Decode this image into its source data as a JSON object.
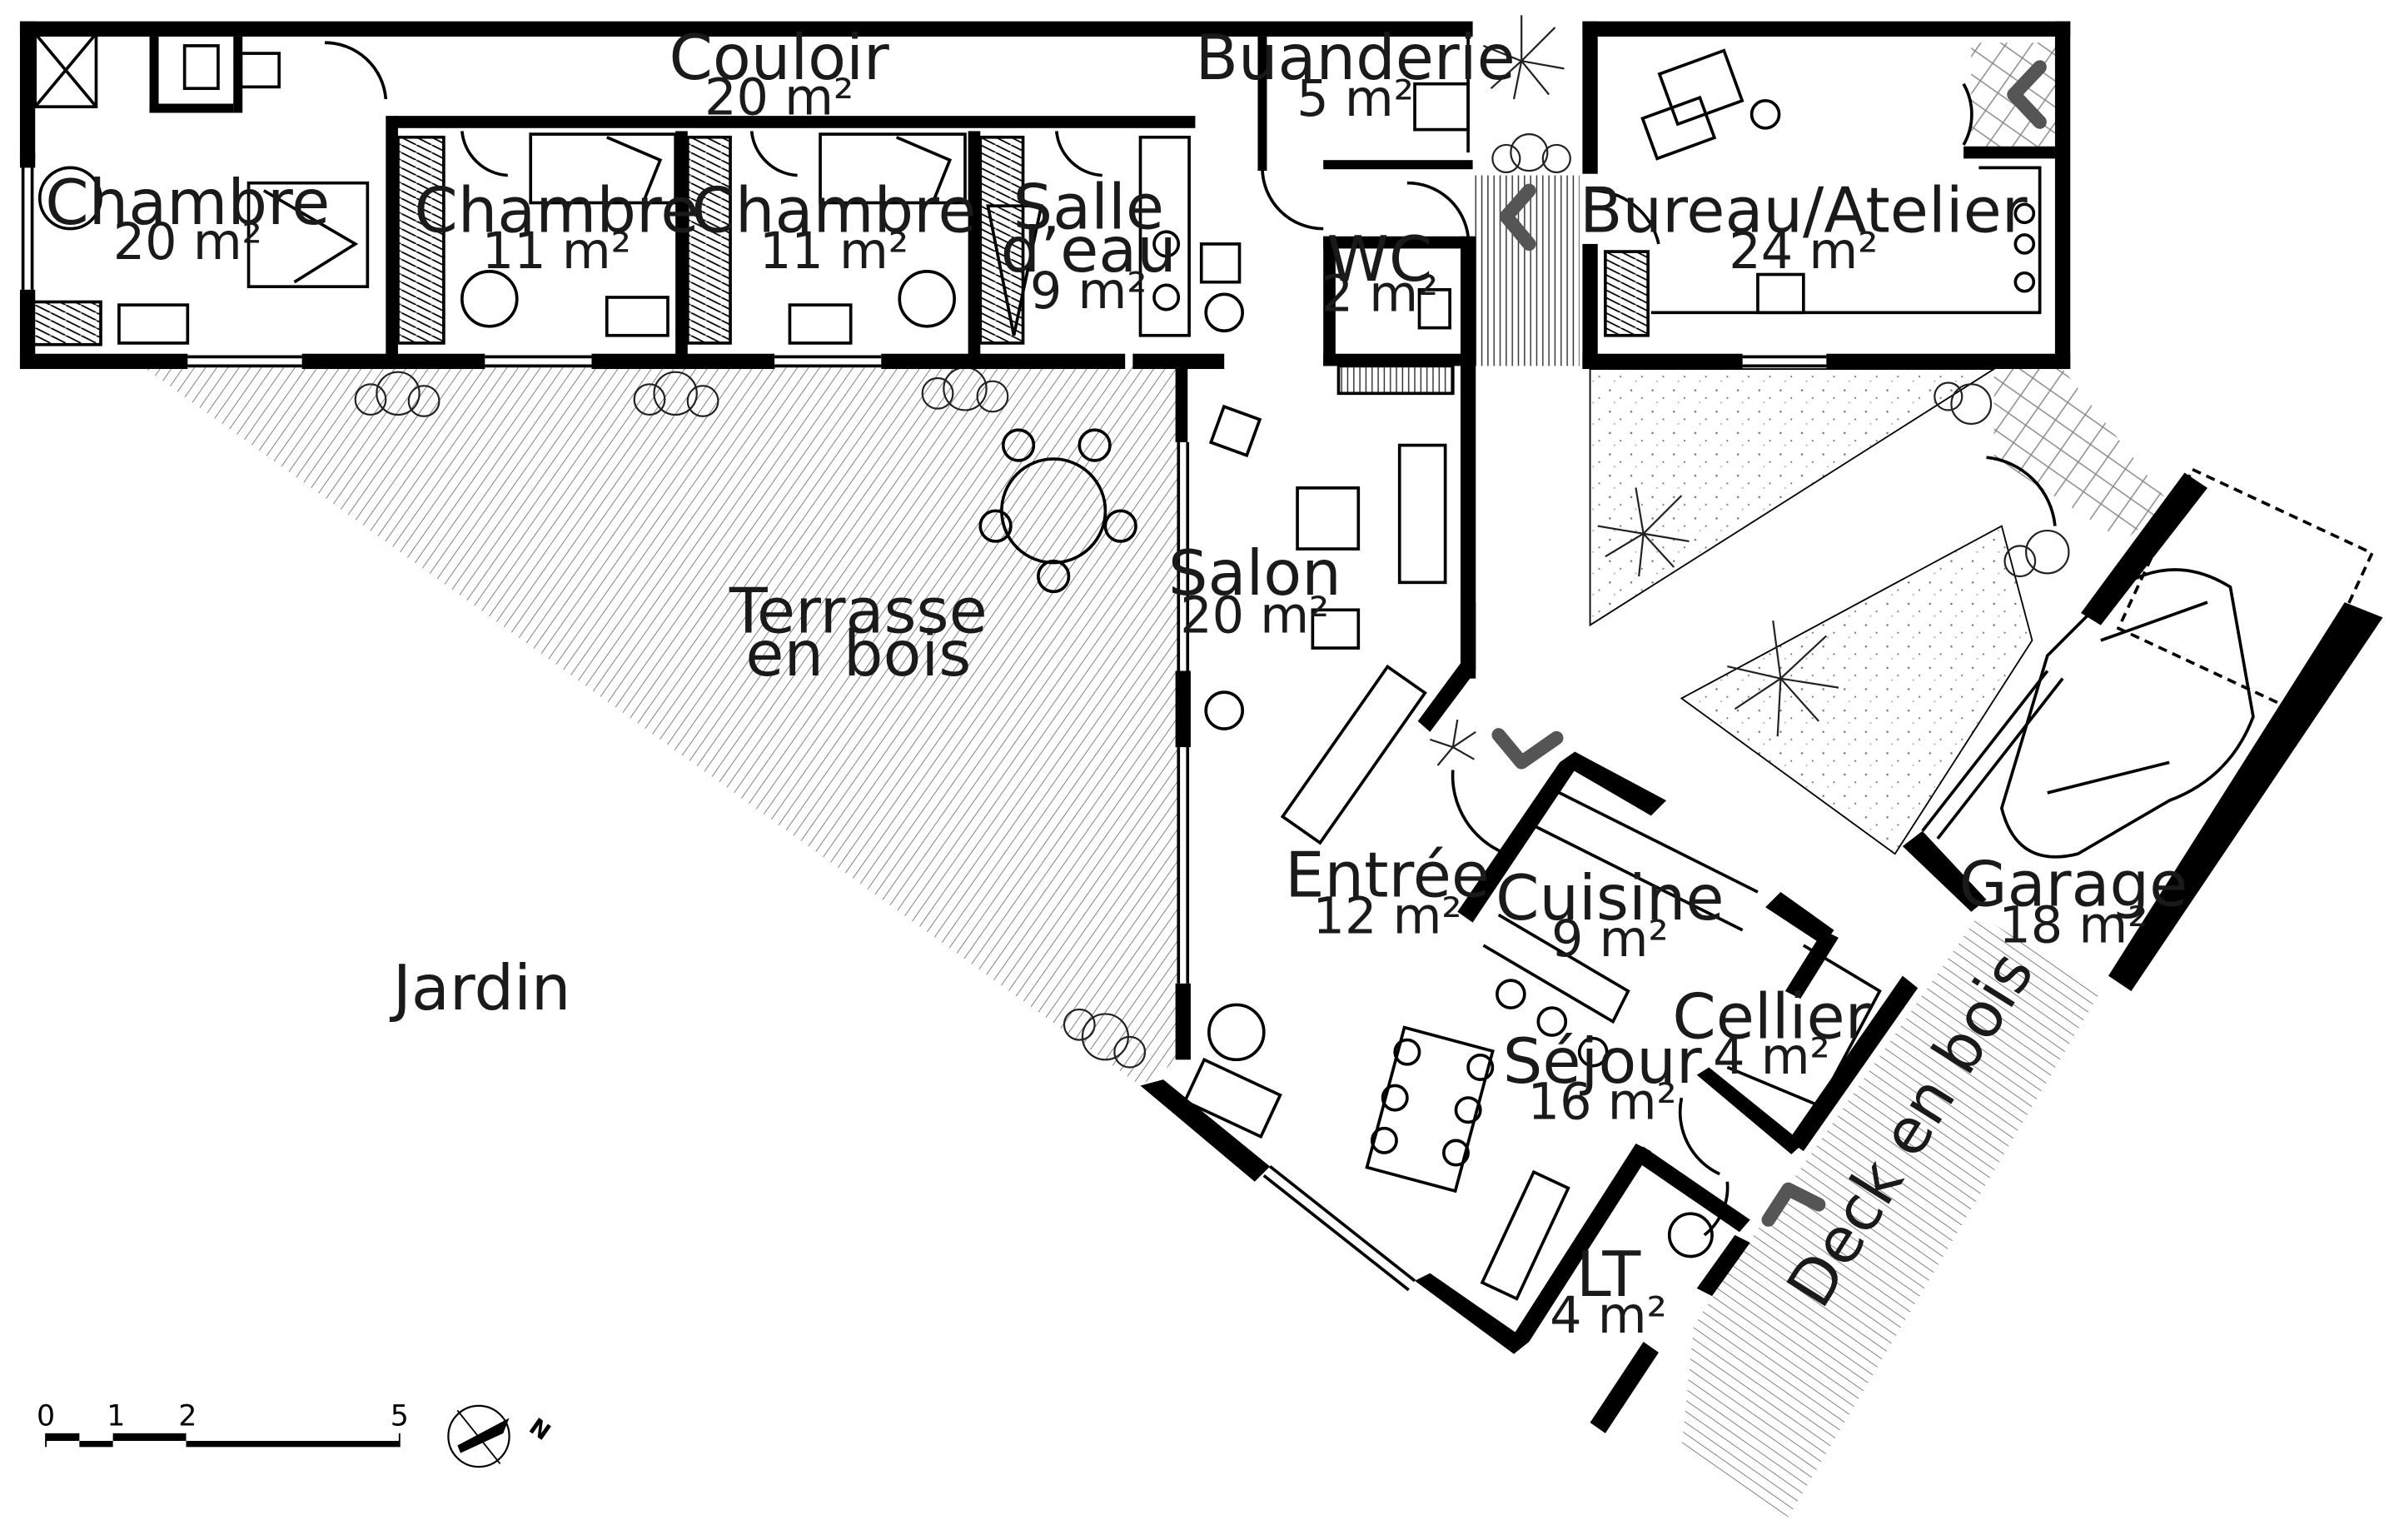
{
  "rooms": {
    "chambre1": {
      "name": "Chambre",
      "area": "20 m²"
    },
    "couloir": {
      "name": "Couloir",
      "area": "20 m²"
    },
    "chambre2": {
      "name": "Chambre",
      "area": "11 m²"
    },
    "chambre3": {
      "name": "Chambre",
      "area": "11 m²"
    },
    "salle_eau": {
      "name_line1": "Salle",
      "name_line2": "d’eau",
      "area": "9 m²"
    },
    "buanderie": {
      "name": "Buanderie",
      "area": "5 m²"
    },
    "wc": {
      "name": "WC",
      "area": "2 m²"
    },
    "bureau": {
      "name": "Bureau/Atelier",
      "area": "24 m²"
    },
    "salon": {
      "name": "Salon",
      "area": "20 m²"
    },
    "terrasse": {
      "name_line1": "Terrasse",
      "name_line2": "en bois"
    },
    "jardin": {
      "name": "Jardin"
    },
    "entree": {
      "name": "Entrée",
      "area": "12 m²"
    },
    "cuisine": {
      "name": "Cuisine",
      "area": "9 m²"
    },
    "cellier": {
      "name": "Cellier",
      "area": "4 m²"
    },
    "sejour": {
      "name": "Séjour",
      "area": "16 m²"
    },
    "lt": {
      "name": "LT",
      "area": "4 m²"
    },
    "garage": {
      "name": "Garage",
      "area": "18 m²"
    },
    "deck": {
      "name": "Deck en bois"
    }
  },
  "scale_bar": {
    "ticks": [
      "0",
      "1",
      "2",
      "5"
    ]
  },
  "north_arrow": {
    "label": "N",
    "icon": "north-arrow-icon"
  },
  "colors": {
    "walls": "#000000",
    "text": "#1a1a1a",
    "arrows": "#555555"
  }
}
